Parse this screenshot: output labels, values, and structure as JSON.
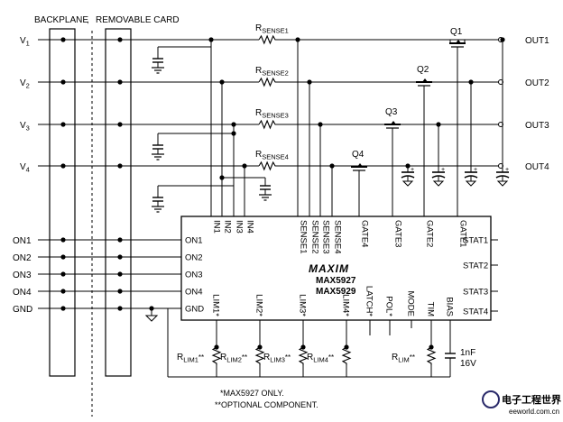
{
  "headers": {
    "backplane": "BACKPLANE",
    "card": "REMOVABLE CARD"
  },
  "power_inputs": [
    "V1",
    "V2",
    "V3",
    "V4"
  ],
  "outputs": [
    "OUT1",
    "OUT2",
    "OUT3",
    "OUT4"
  ],
  "control_inputs": [
    "ON1",
    "ON2",
    "ON3",
    "ON4",
    "GND"
  ],
  "sense_resistors": [
    "RSENSE1",
    "RSENSE2",
    "RSENSE3",
    "RSENSE4"
  ],
  "mosfets": [
    "Q1",
    "Q2",
    "Q3",
    "Q4"
  ],
  "chip": {
    "brand": "MAXIM",
    "part1": "MAX5927",
    "part2": "MAX5929",
    "top_pins": [
      "IN1",
      "IN2",
      "IN3",
      "IN4",
      "SENSE1",
      "SENSE2",
      "SENSE3",
      "SENSE4",
      "GATE4",
      "GATE3",
      "GATE2",
      "GATE1"
    ],
    "left_pins": [
      "ON1",
      "ON2",
      "ON3",
      "ON4",
      "GND"
    ],
    "right_pins": [
      "STAT1",
      "STAT2",
      "STAT3",
      "STAT4"
    ],
    "bottom_pins": [
      "LIM1*",
      "LIM2*",
      "LIM3*",
      "LIM4*",
      "LATCH*",
      "POL*",
      "MODE",
      "TIM",
      "BIAS"
    ]
  },
  "lim_resistors": [
    "RLIM1**",
    "RLIM2**",
    "RLIM3**",
    "RLIM4**",
    "RLIM**"
  ],
  "bias_cap": {
    "value": "1nF",
    "voltage": "16V"
  },
  "notes": [
    "*MAX5927 ONLY.",
    "**OPTIONAL COMPONENT."
  ],
  "watermark": {
    "brand": "电子工程世界",
    "url": "eeworld.com.cn"
  },
  "colors": {
    "ink": "#000000",
    "background": "#ffffff"
  }
}
